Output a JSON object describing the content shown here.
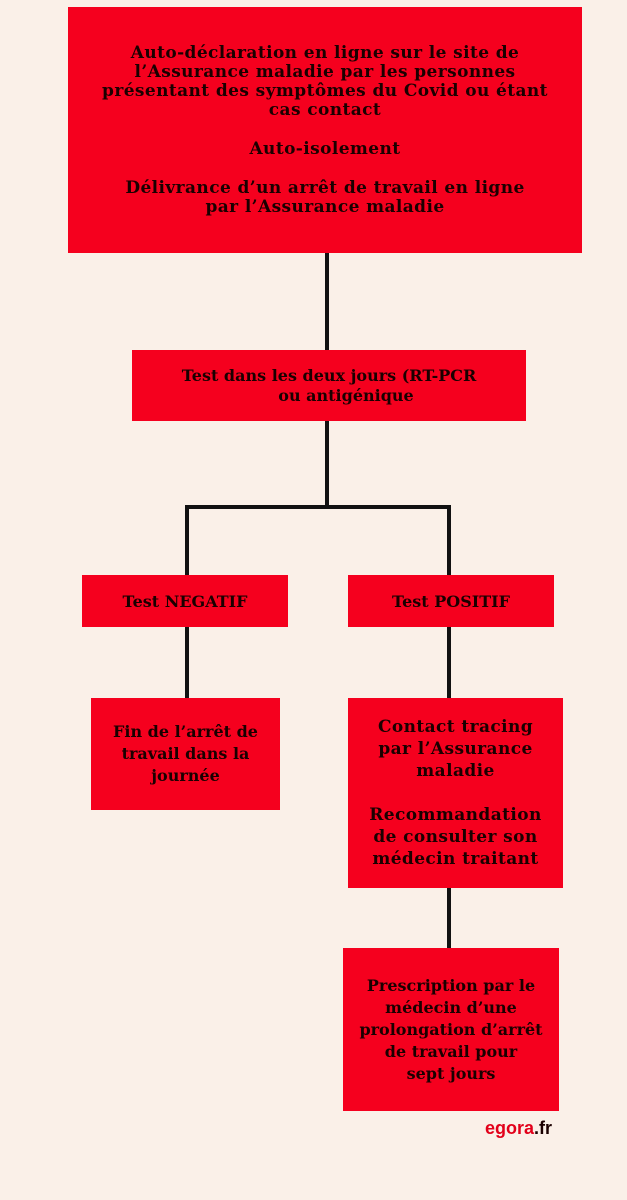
{
  "boxes": {
    "auto_declaration": [
      "Auto-déclaration en ligne sur le site de",
      "l’Assurance maladie par les personnes",
      "présentant des symptômes du Covid ou étant",
      "cas contact"
    ],
    "auto_isolement": "Auto-isolement",
    "arret_travail": [
      "Délivrance d’un arrêt de travail en ligne",
      "par l’Assurance maladie"
    ],
    "test": [
      "Test dans les deux jours (RT-PCR",
      "ou antigénique"
    ],
    "test_negatif": "Test NEGATIF",
    "test_positif": "Test POSITIF",
    "fin_arret": [
      "Fin de l’arrêt de",
      "travail dans la",
      "journée"
    ],
    "contact_tracing": [
      "Contact tracing",
      "par l’Assurance",
      "maladie"
    ],
    "recommandation": [
      "Recommandation",
      "de consulter son",
      "médecin traitant"
    ],
    "prescription": [
      "Prescription par le",
      "médecin d’une",
      "prolongation d’arrêt",
      "de travail pour",
      "sept jours"
    ]
  },
  "brand": {
    "main": "egora",
    "tld": ".fr"
  },
  "colors": {
    "box": "#f5001e",
    "background": "#faf0e8",
    "connector": "#111111"
  }
}
